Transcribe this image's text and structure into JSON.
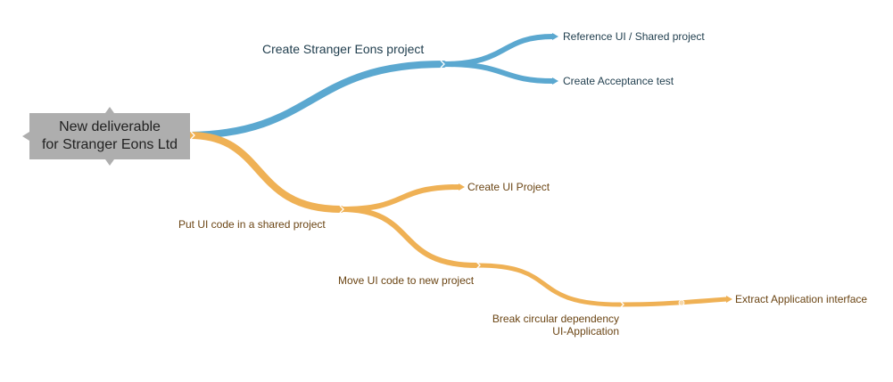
{
  "mindmap": {
    "root": {
      "line1": "New deliverable",
      "line2": "for Stranger Eons Ltd"
    },
    "branches": {
      "create_project": "Create Stranger Eons project",
      "reference_ui": "Reference UI / Shared project",
      "acceptance_test": "Create Acceptance test",
      "put_ui_code": "Put UI code in a shared project",
      "create_ui_project": "Create UI Project",
      "move_ui_code": "Move UI code to new project",
      "break_dep_line1": "Break circular dependency",
      "break_dep_line2": "UI-Application",
      "extract_interface": "Extract Application interface"
    },
    "colors": {
      "blue_branch": "#5ba8d0",
      "orange_branch": "#efb155",
      "root_fill": "#aeaeae",
      "blue_text": "#1f3d4d",
      "orange_text": "#6b4514"
    }
  }
}
